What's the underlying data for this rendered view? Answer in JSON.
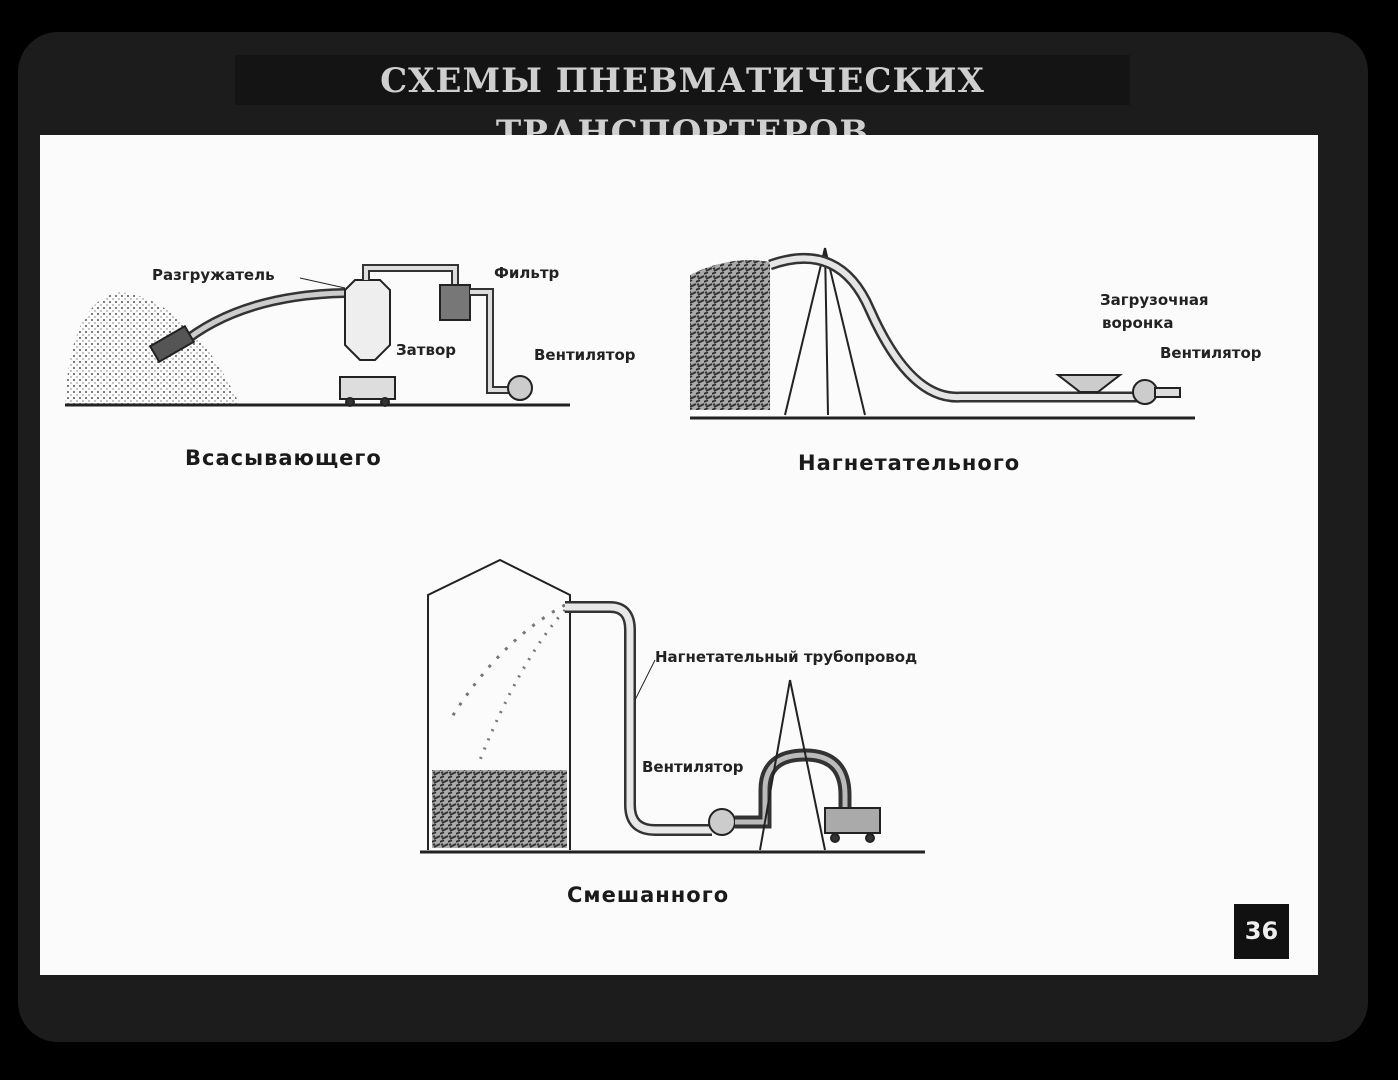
{
  "title": "СХЕМЫ ПНЕВМАТИЧЕСКИХ ТРАНСПОРТЕРОВ",
  "slide_number": "36",
  "diagrams": {
    "suction": {
      "caption": "Всасывающего",
      "labels": {
        "unloader": "Разгружатель",
        "filter": "Фильтр",
        "gate": "Затвор",
        "fan": "Вентилятор"
      }
    },
    "pressure": {
      "caption": "Нагнетательного",
      "labels": {
        "hopper_line1": "Загрузочная",
        "hopper_line2": "воронка",
        "fan": "Вентилятор"
      }
    },
    "mixed": {
      "caption": "Смешанного",
      "labels": {
        "pipeline": "Нагнетательный трубопровод",
        "fan": "Вентилятор"
      }
    }
  }
}
